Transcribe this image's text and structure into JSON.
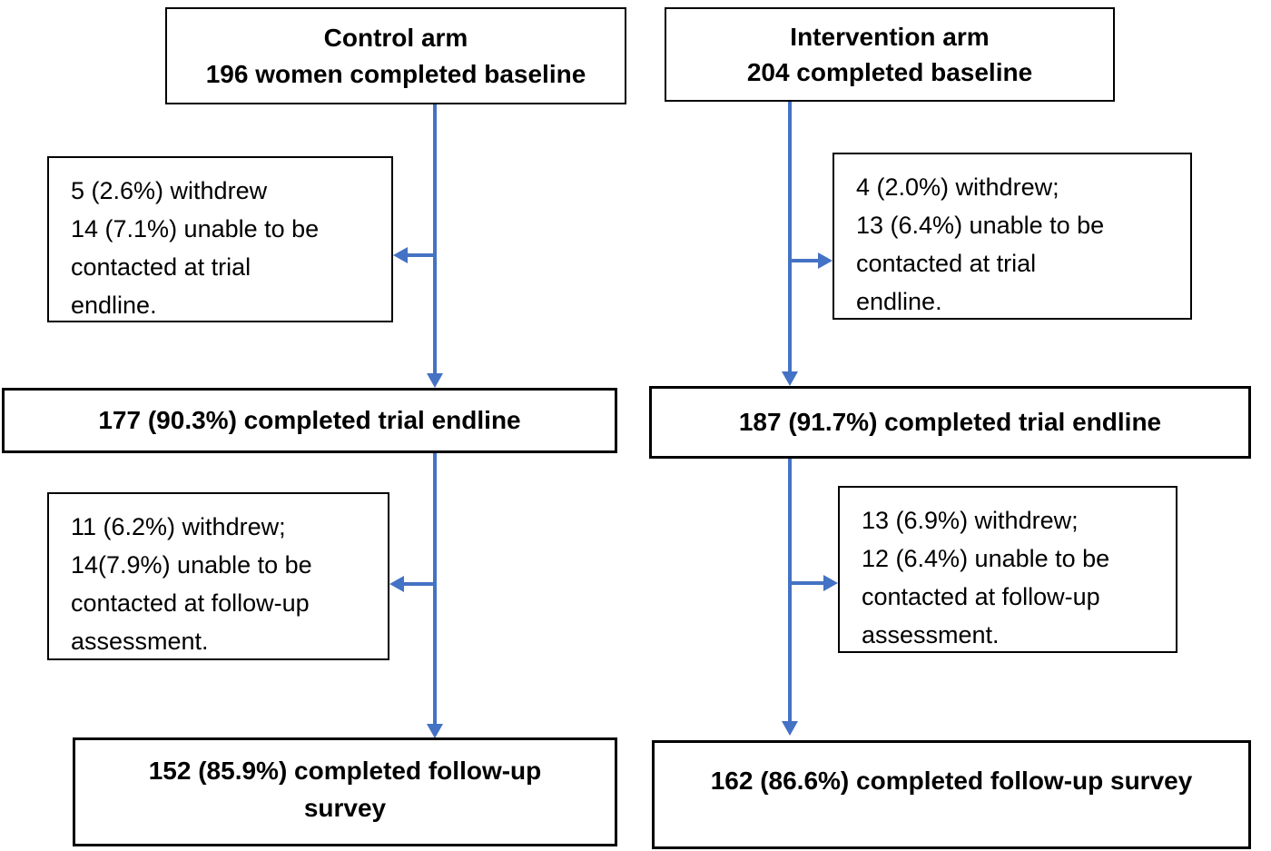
{
  "colors": {
    "arrow": "#4472C4",
    "box_border": "#000000",
    "background": "#ffffff",
    "text": "#000000"
  },
  "control": {
    "baseline": "Control arm\n196 women completed baseline",
    "attrition_endline": "5 (2.6%) withdrew\n14 (7.1%) unable to be\ncontacted at trial\nendline.",
    "endline": "177 (90.3%) completed trial endline",
    "attrition_followup": "11 (6.2%) withdrew;\n14(7.9%) unable to be\ncontacted at follow-up\nassessment.",
    "followup": "152 (85.9%) completed follow-up\nsurvey"
  },
  "intervention": {
    "baseline": "Intervention arm\n204 completed baseline",
    "attrition_endline": "4 (2.0%) withdrew;\n13 (6.4%) unable to be\ncontacted at trial\nendline.",
    "endline": "187 (91.7%) completed trial endline",
    "attrition_followup": "13 (6.9%) withdrew;\n12 (6.4%) unable to be\ncontacted at follow-up\nassessment.",
    "followup": "162 (86.6%) completed follow-up survey"
  }
}
